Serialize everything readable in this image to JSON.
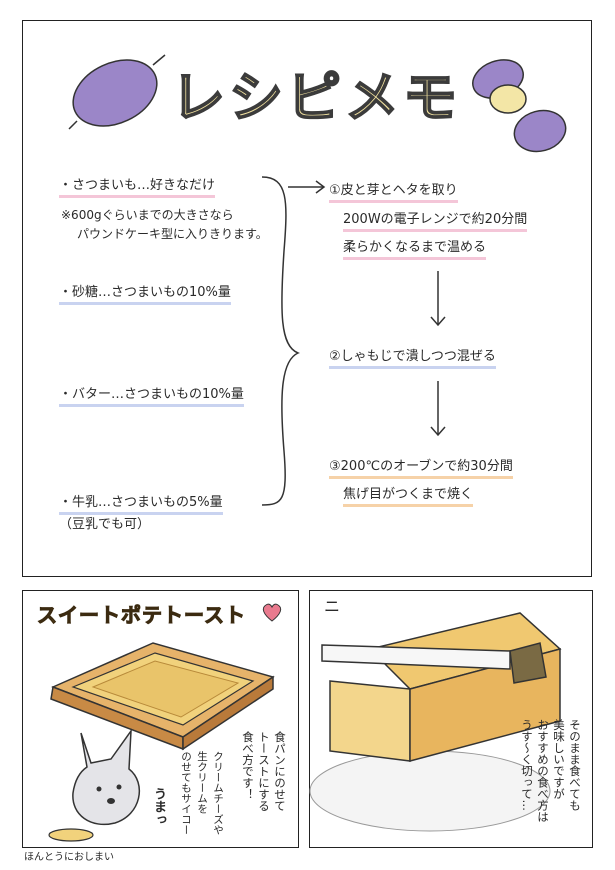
{
  "recipe": {
    "title": "レシピメモ",
    "ingredients": [
      {
        "text": "・さつまいも…好きなだけ"
      },
      {
        "text": "※600gぐらいまでの大きさなら"
      },
      {
        "text": "パウンドケーキ型に入りきります。"
      },
      {
        "text": "・砂糖…さつまいもの10%量"
      },
      {
        "text": "・バター…さつまいもの10%量"
      },
      {
        "text": "・牛乳…さつまいもの5%量"
      },
      {
        "text": "（豆乳でも可）"
      }
    ],
    "steps": [
      {
        "lines": [
          "①皮と芽とヘタを取り",
          "200Wの電子レンジで約20分間",
          "柔らかくなるまで温める"
        ]
      },
      {
        "lines": [
          "②しゃもじで潰しつつ混ぜる"
        ]
      },
      {
        "lines": [
          "③200℃のオーブンで約30分間",
          "焦げ目がつくまで焼く"
        ]
      }
    ]
  },
  "toast_panel": {
    "title": "スイートポテトースト",
    "speech_1": [
      "食パンにのせて",
      "トーストにする",
      "食べ方です！"
    ],
    "speech_2": [
      "クリームチーズや",
      "生クリームを",
      "のせてもサイコー"
    ],
    "sfx": "うまっ"
  },
  "cake_panel": {
    "sfx": "ニ",
    "speech": [
      "そのまま食べても",
      "美味しいですが",
      "おすすめの食べ方は",
      "うす〜く切って…"
    ]
  },
  "footer": "ほんとうにおしまい",
  "colors": {
    "sweet_potato": "#9b86c8",
    "title_fill": "#f2e2a0",
    "highlight_pink": "#f4c6d8",
    "highlight_blue": "#c9d3f0",
    "highlight_orange": "#f6d2a8",
    "toast": "#e9b96a"
  }
}
